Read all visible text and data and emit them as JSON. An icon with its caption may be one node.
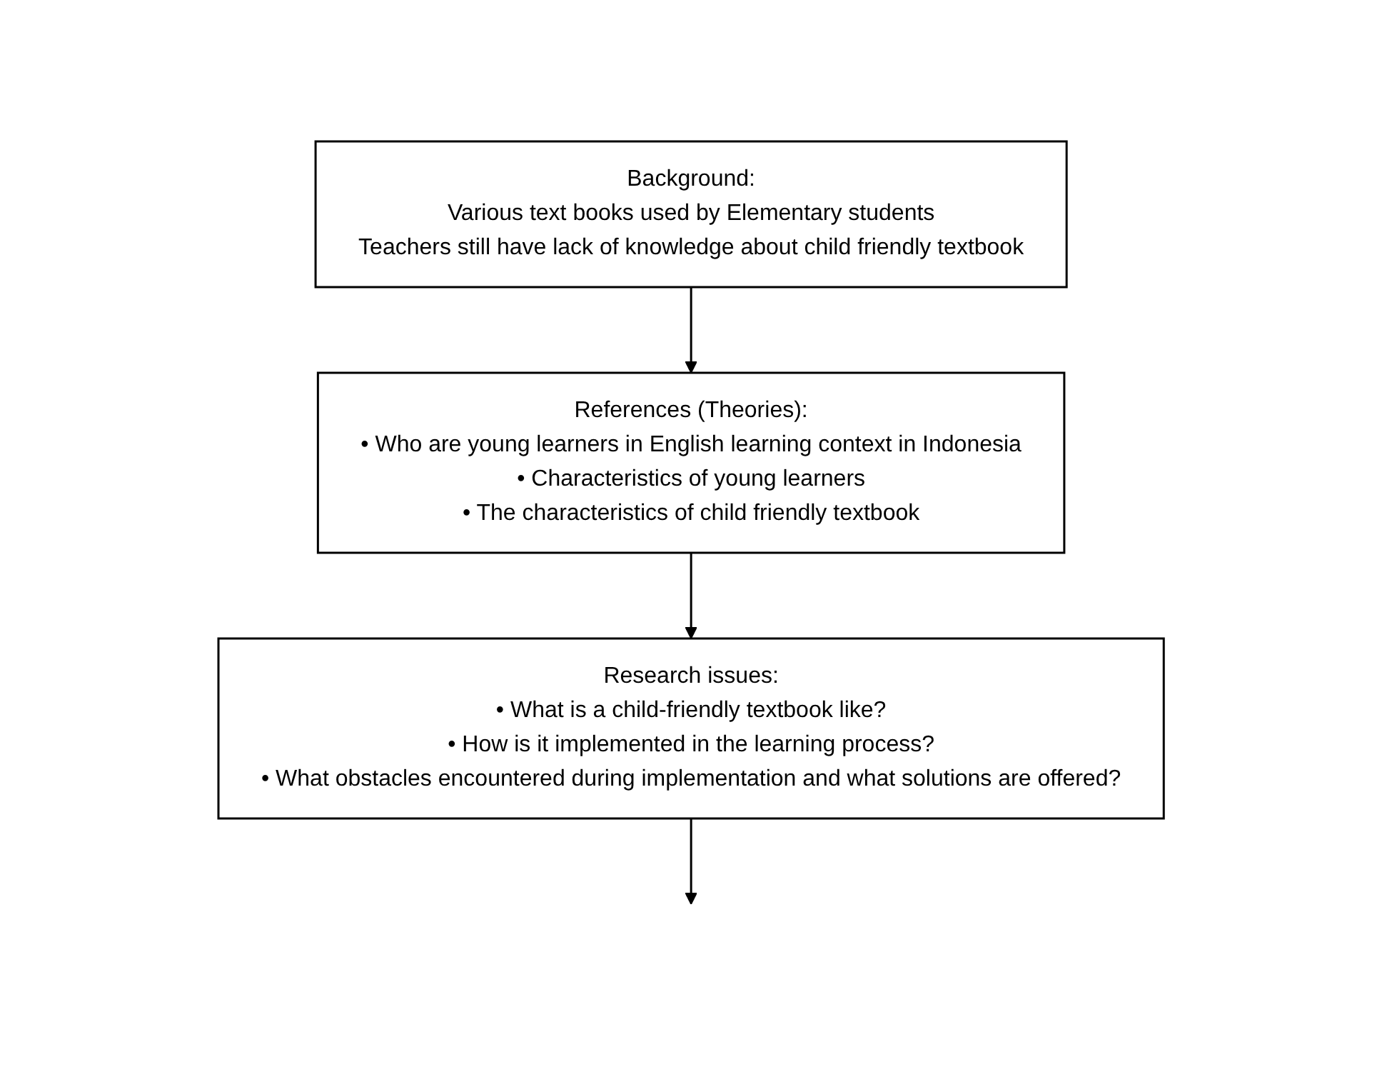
{
  "diagram": {
    "nodes": [
      {
        "text": [
          "Background:",
          "Various text books used by Elementary students",
          "Teachers still have lack of knowledge about child friendly textbook"
        ]
      },
      {
        "text": [
          "References (Theories):",
          "• Who are young learners in English learning context in Indonesia",
          "• Characteristics of young learners",
          "• The characteristics of child friendly textbook"
        ]
      },
      {
        "text": [
          "Research issues:",
          "• What is a child-friendly textbook like?",
          "• How is it implemented in the learning process?",
          "• What obstacles encountered during implementation and what solutions are offered?"
        ]
      }
    ],
    "edges": [
      {
        "from": 0,
        "to": 1,
        "arrow": "to"
      },
      {
        "from": 1,
        "to": 2,
        "arrow": "to"
      },
      {
        "from": 2,
        "to": null,
        "arrow": "to"
      }
    ]
  }
}
